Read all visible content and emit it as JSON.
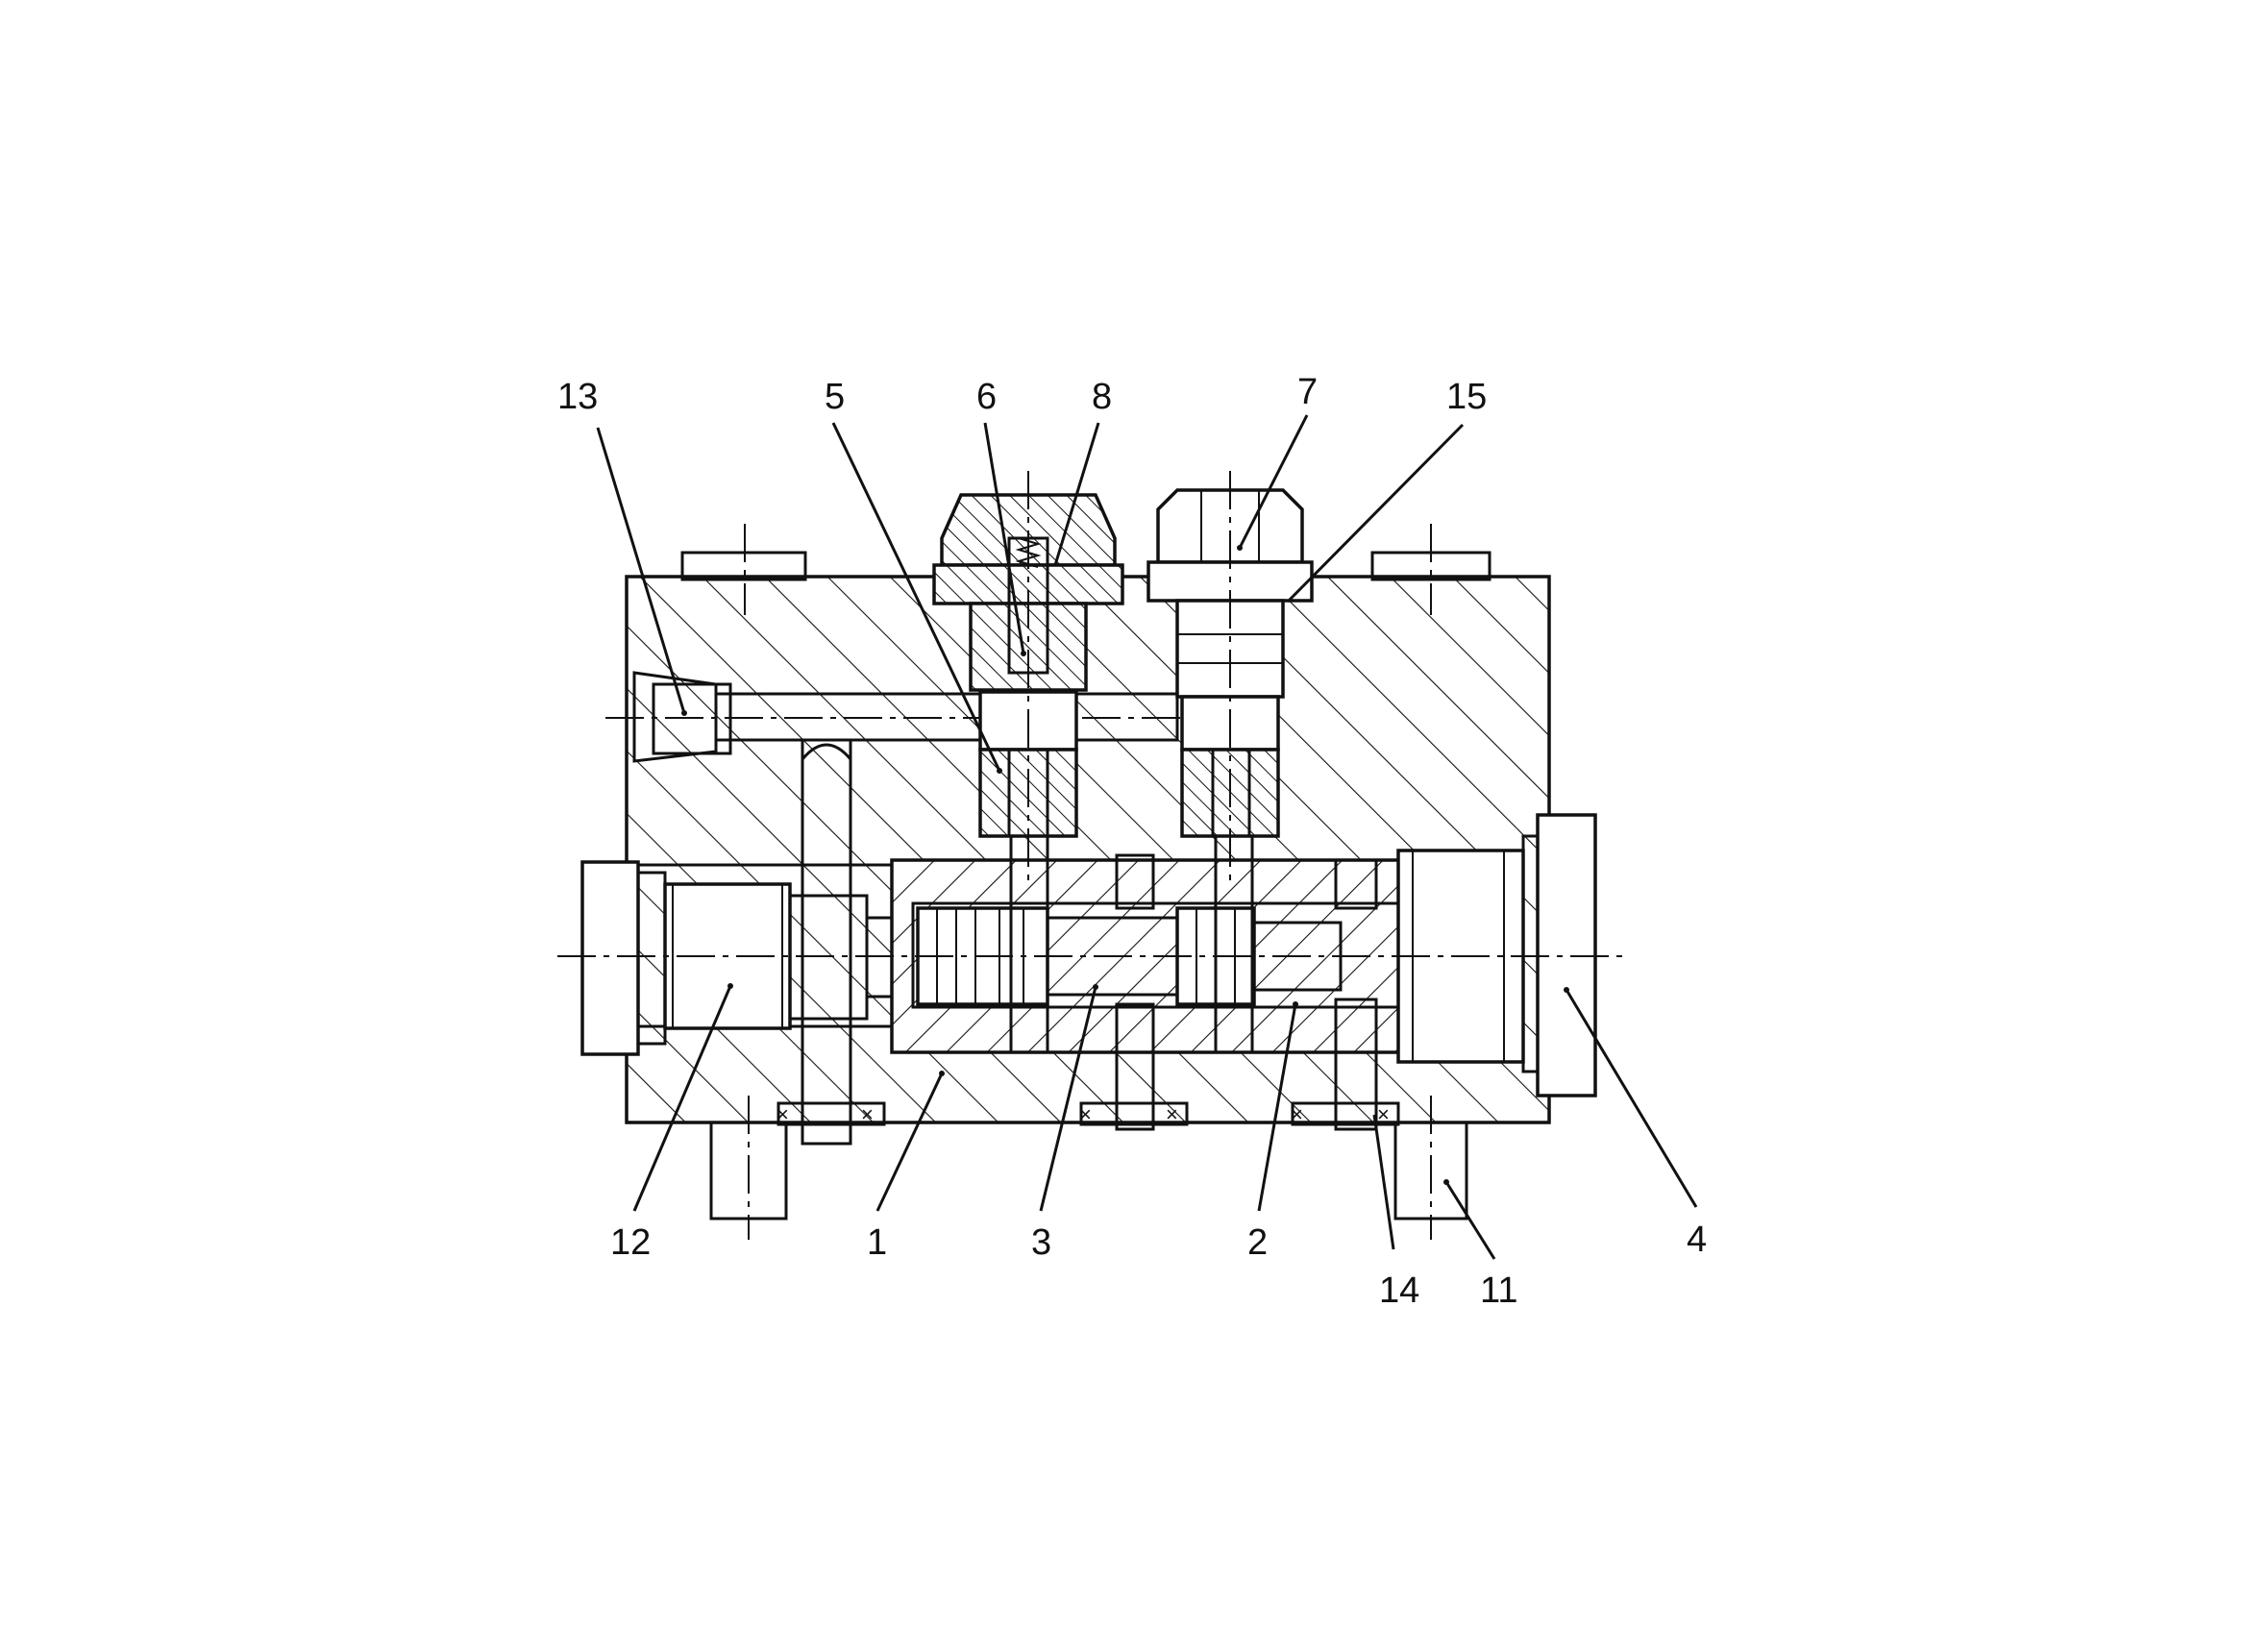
{
  "diagram": {
    "callouts": [
      {
        "id": "c13",
        "text": "13"
      },
      {
        "id": "c5",
        "text": "5"
      },
      {
        "id": "c6",
        "text": "6"
      },
      {
        "id": "c8",
        "text": "8"
      },
      {
        "id": "c7",
        "text": "7"
      },
      {
        "id": "c15",
        "text": "15"
      },
      {
        "id": "c12",
        "text": "12"
      },
      {
        "id": "c1",
        "text": "1"
      },
      {
        "id": "c3",
        "text": "3"
      },
      {
        "id": "c2",
        "text": "2"
      },
      {
        "id": "c14",
        "text": "14"
      },
      {
        "id": "c11",
        "text": "11"
      },
      {
        "id": "c4",
        "text": "4"
      }
    ],
    "colors": {
      "ink": "#111111",
      "paper": "#ffffff"
    }
  }
}
